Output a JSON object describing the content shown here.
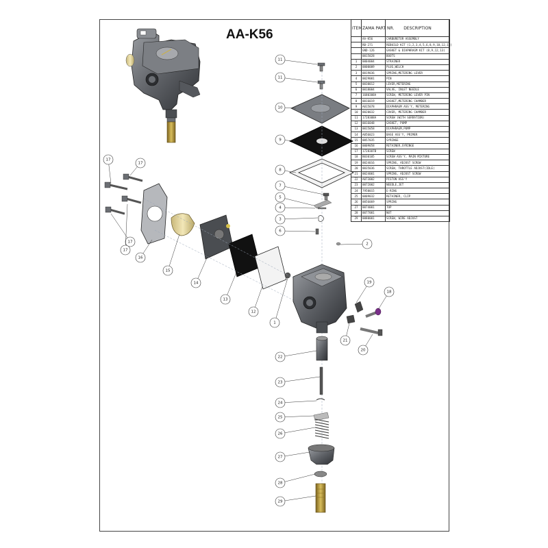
{
  "title": "AA-K56",
  "table": {
    "headers": {
      "item": "ITEM",
      "part_number": "ZAMA PART NR.",
      "description": "DESCRIPTION"
    },
    "rows": [
      {
        "item": "",
        "part_number": "AA-K56",
        "description": "CARBURETOR ASSEMBLY"
      },
      {
        "item": "",
        "part_number": "RB-271",
        "description": "REBUILD KIT (1,2,3,4,5,6,8,9,10,12,13)"
      },
      {
        "item": "",
        "part_number": "GND-126",
        "description": "GASKET & DIAPHRAGM KIT (8,9,12,13)"
      },
      {
        "item": "",
        "part_number": "0015028",
        "description": "BOOTS"
      },
      {
        "item": "1",
        "part_number": "0004004",
        "description": "STRAINER"
      },
      {
        "item": "2",
        "part_number": "0000009",
        "description": "PLUG,WELCH"
      },
      {
        "item": "3",
        "part_number": "0019036",
        "description": "SPRING,METERING LEVER"
      },
      {
        "item": "4",
        "part_number": "0029001",
        "description": "PIN"
      },
      {
        "item": "5",
        "part_number": "0030012",
        "description": "LEVER,METERING"
      },
      {
        "item": "6",
        "part_number": "0018004",
        "description": "VALVE, INLET NEEDLE"
      },
      {
        "item": "7",
        "part_number": "1680308A",
        "description": "SCREW, METERING LEVER PIN"
      },
      {
        "item": "8",
        "part_number": "0016019",
        "description": "GASKET,METERING CHAMBER"
      },
      {
        "item": "9",
        "part_number": "A015078",
        "description": "DIAPHRAGM ASS'Y, METERING"
      },
      {
        "item": "10",
        "part_number": "0020032",
        "description": "COVER, METERING CHAMBER"
      },
      {
        "item": "11",
        "part_number": "1728308A",
        "description": "SCREW (WITH SERRATION)"
      },
      {
        "item": "12",
        "part_number": "0016048",
        "description": "GASKET, PUMP"
      },
      {
        "item": "13",
        "part_number": "0015058",
        "description": "DIAPHRAGM,PUMP"
      },
      {
        "item": "14",
        "part_number": "A056023",
        "description": "BASE ASS'Y, PRIMER"
      },
      {
        "item": "15",
        "part_number": "0057035",
        "description": "SYRINGE"
      },
      {
        "item": "16",
        "part_number": "0009058",
        "description": "RETAINER,SYRINGE"
      },
      {
        "item": "17",
        "part_number": "1728307B",
        "description": "SCREW"
      },
      {
        "item": "18",
        "part_number": "B030105",
        "description": "SCREW ASS'Y, MAIN MIXTURE"
      },
      {
        "item": "19",
        "part_number": "0024016",
        "description": "SPRING, ADJUST SCREW"
      },
      {
        "item": "20",
        "part_number": "0035036",
        "description": "SCREW, THROTTLE ADJUST(IDLE)"
      },
      {
        "item": "21",
        "part_number": "0024001",
        "description": "SPRING, ADJUST SCREW"
      },
      {
        "item": "22",
        "part_number": "A073002",
        "description": "PISTON ASS'Y"
      },
      {
        "item": "23",
        "part_number": "0072002",
        "description": "NEEDLE,JET"
      },
      {
        "item": "24",
        "part_number": "7950015",
        "description": "E-RING"
      },
      {
        "item": "25",
        "part_number": "0009032",
        "description": "RETAINER, CLIP"
      },
      {
        "item": "26",
        "part_number": "0056069",
        "description": "SPRING"
      },
      {
        "item": "27",
        "part_number": "0074001",
        "description": "TOP"
      },
      {
        "item": "28",
        "part_number": "0077001",
        "description": "NUT"
      },
      {
        "item": "29",
        "part_number": "0080001",
        "description": "SCREW, WIRE ADJUST"
      }
    ]
  },
  "callouts": [
    "11",
    "11",
    "10",
    "9",
    "8",
    "7",
    "5",
    "4",
    "3",
    "6",
    "2",
    "17",
    "17",
    "17",
    "17",
    "16",
    "15",
    "14",
    "13",
    "12",
    "1",
    "19",
    "18",
    "21",
    "20",
    "22",
    "23",
    "24",
    "25",
    "26",
    "27",
    "28",
    "29"
  ],
  "colors": {
    "line": "#222222",
    "metal": "#6b6e73",
    "metal_dark": "#3f4246",
    "gasket": "#111111",
    "brass": "#b89a3a",
    "primer_bulb": "#e8d9a0",
    "purple_tip": "#7a2f8a"
  }
}
